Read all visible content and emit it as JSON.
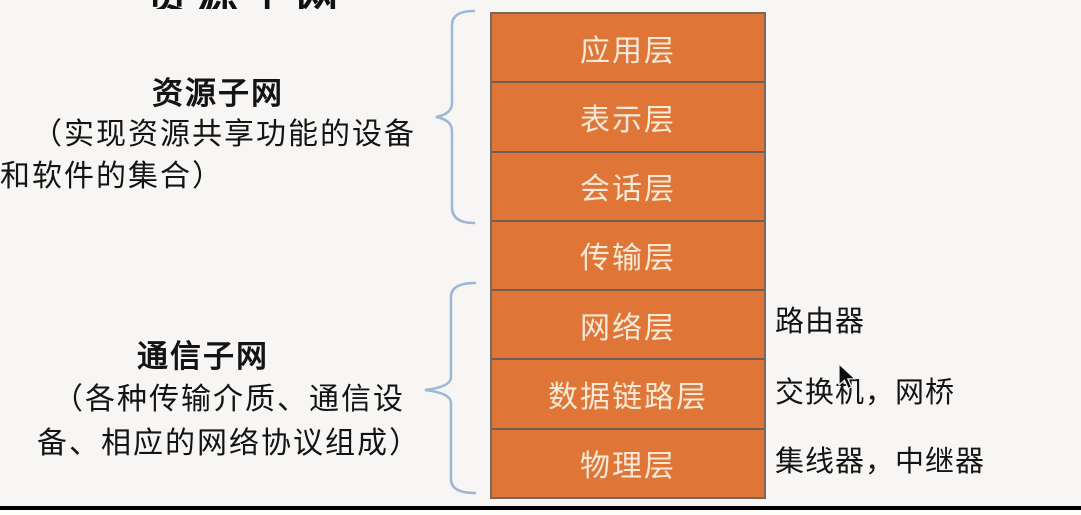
{
  "meta": {
    "clipped_top_text": "资源子网"
  },
  "osi_stack": {
    "layers": [
      {
        "label": "应用层"
      },
      {
        "label": "表示层"
      },
      {
        "label": "会话层"
      },
      {
        "label": "传输层"
      },
      {
        "label": "网络层"
      },
      {
        "label": "数据链路层"
      },
      {
        "label": "物理层"
      }
    ]
  },
  "annotations": {
    "resource_subnet": {
      "title": "资源子网",
      "desc_line1": "（实现资源共享功能的设备",
      "desc_line2": "和软件的集合）"
    },
    "communication_subnet": {
      "title": "通信子网",
      "desc_line1": "（各种传输介质、通信设",
      "desc_line2": "备、相应的网络协议组成）"
    },
    "devices": [
      {
        "label": "路由器"
      },
      {
        "label": "交换机，网桥"
      },
      {
        "label": "集线器，中继器"
      }
    ]
  },
  "colors": {
    "layer_fill": "#DF7637",
    "layer_border": "#77685E",
    "layer_text": "#F6E9D8",
    "brace": "#9CB8D5",
    "background": "#F7F6F4",
    "annotation_text": "#141414",
    "bottom_rule": "#000000"
  }
}
